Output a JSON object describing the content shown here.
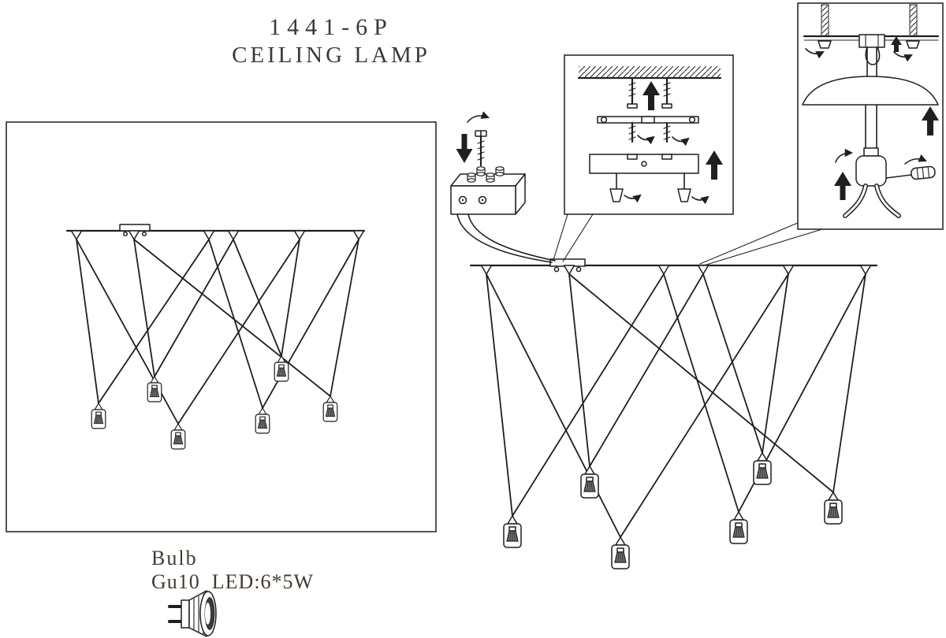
{
  "header": {
    "model": "1441-6P",
    "name": "CEILING LAMP"
  },
  "bulb_info": {
    "label": "Bulb",
    "spec": "Gu10  LED:6*5W"
  },
  "figure": {
    "pendant_count": 6,
    "panels": [
      "assembled-overview",
      "installation-view"
    ],
    "insets": [
      "ceiling-bracket-detail",
      "canopy-cord-grip-detail"
    ]
  },
  "colors": {
    "paper": "#ffffff",
    "ink": "#1f1f1f",
    "text": "#453a2f"
  },
  "icons": {
    "bulb": "gu10-bulb-icon",
    "screw": "screw-icon",
    "screwdriver": "screwdriver-icon",
    "up_arrow": "up-arrow-icon",
    "down_arrow": "down-arrow-icon",
    "rotate_arrow": "rotate-arrow-icon",
    "terminal_block": "terminal-block-icon",
    "pendant": "pendant-lamp"
  }
}
